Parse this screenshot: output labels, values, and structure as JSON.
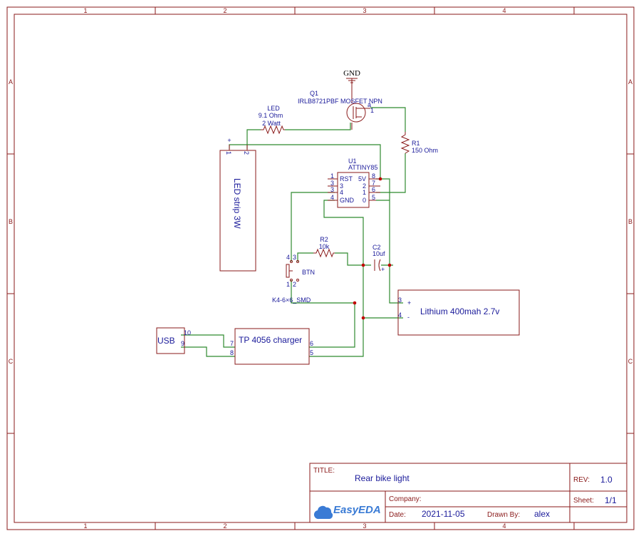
{
  "frame": {
    "col_labels": [
      "1",
      "2",
      "3",
      "4"
    ],
    "row_labels": [
      "A",
      "B",
      "C"
    ]
  },
  "components": {
    "gnd": {
      "label": "GND"
    },
    "q1": {
      "ref": "Q1",
      "value": "IRLB8721PBF MOSFET NPN",
      "pin_a": "a",
      "pin_b": "1"
    },
    "led_res": {
      "ref": "LED",
      "value": "9.1 Ohm",
      "power": "2 Watt"
    },
    "r1": {
      "ref": "R1",
      "value": "150 Ohm"
    },
    "led_strip": {
      "label": "LED strip 3W",
      "pin1": "1",
      "pin2": "2",
      "plus": "+"
    },
    "u1": {
      "ref": "U1",
      "value": "ATTINY85",
      "left_pins": [
        {
          "num": "1",
          "name": "RST"
        },
        {
          "num": "3",
          "name": "3"
        },
        {
          "num": "3",
          "name": "4"
        },
        {
          "num": "4",
          "name": "GND"
        }
      ],
      "right_pins": [
        {
          "num": "8",
          "name": "5V"
        },
        {
          "num": "7",
          "name": "2"
        },
        {
          "num": "6",
          "name": "1"
        },
        {
          "num": "5",
          "name": "0"
        }
      ]
    },
    "r2": {
      "ref": "R2",
      "value": "10k"
    },
    "c2": {
      "ref": "C2",
      "value": "10uf",
      "plus": "+"
    },
    "btn": {
      "ref": "BTN",
      "footprint": "K4-6×6_SMD",
      "pins": [
        "4",
        "3",
        "1",
        "2"
      ]
    },
    "battery": {
      "label": "Lithium 400mah 2.7v",
      "pin_plus": "3",
      "pin_minus": "4",
      "plus": "+",
      "minus": "-"
    },
    "usb": {
      "label": "USB",
      "pins": [
        "10",
        "9"
      ]
    },
    "charger": {
      "label": "TP 4056 charger",
      "left_pins": [
        "7",
        "8"
      ],
      "right_pins": [
        "6",
        "5"
      ]
    }
  },
  "title_block": {
    "title_label": "TITLE:",
    "title": "Rear bike light",
    "rev_label": "REV:",
    "rev": "1.0",
    "company_label": "Company:",
    "company": "",
    "sheet_label": "Sheet:",
    "sheet": "1/1",
    "date_label": "Date:",
    "date": "2021-11-05",
    "drawn_label": "Drawn By:",
    "drawn_by": "alex",
    "logo": "EasyEDA"
  }
}
